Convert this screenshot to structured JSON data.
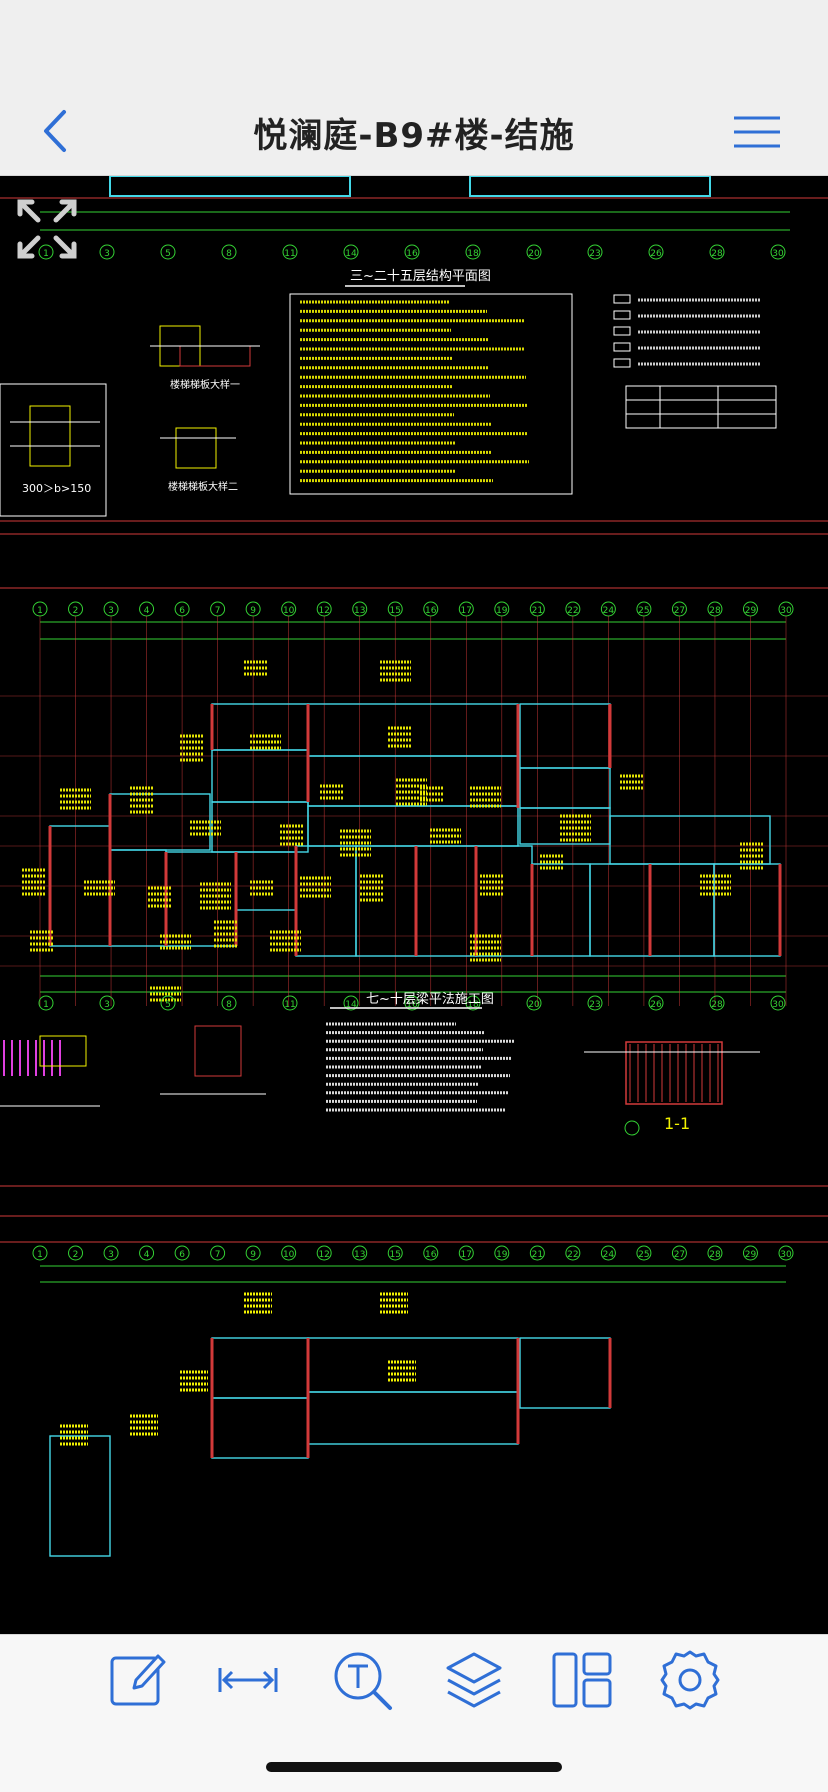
{
  "nav": {
    "title": "悦澜庭-B9#楼-结施",
    "back_icon": "chevron-left-icon",
    "menu_icon": "hamburger-menu-icon"
  },
  "drawing": {
    "title_1": "三~二十五层结构平面图",
    "title_2": "七~十层梁平法施工图",
    "section_label": "1-1",
    "detail_label_1": "楼梯梯板大样一",
    "detail_label_2": "楼梯梯板大样二",
    "wall_label": "300＞b>150",
    "axes_top": [
      "1",
      "2",
      "3",
      "4",
      "6",
      "7",
      "9",
      "10",
      "12",
      "13",
      "15",
      "16",
      "17",
      "19",
      "21",
      "22",
      "24",
      "25",
      "27",
      "28",
      "29",
      "30"
    ],
    "axes_bottom": [
      "1",
      "3",
      "5",
      "8",
      "11",
      "14",
      "16",
      "18",
      "20",
      "23",
      "26",
      "28",
      "30"
    ],
    "colors": {
      "background": "#000000",
      "cyan": "#44d8e8",
      "yellow": "#f2f200",
      "red": "#d23a3a",
      "green": "#34d234",
      "white": "#ffffff"
    }
  },
  "toolbar": {
    "items": [
      "edit-icon",
      "measure-icon",
      "text-search-icon",
      "layers-icon",
      "layout-icon",
      "settings-icon"
    ]
  },
  "accent_color": "#2f6fd6"
}
